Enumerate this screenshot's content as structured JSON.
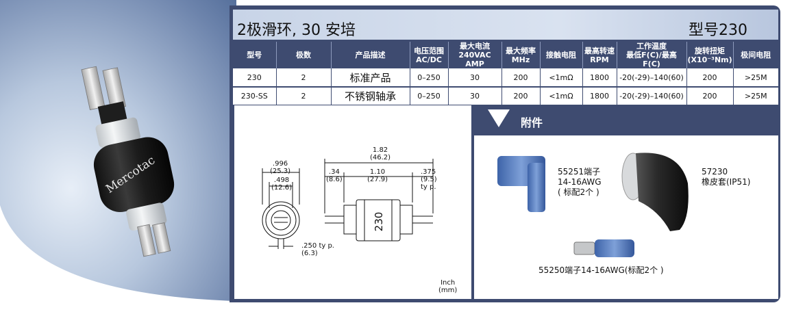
{
  "header": {
    "title": "2极滑环, 30 安培",
    "model": "型号230"
  },
  "brand_on_product": "Mercotac",
  "table": {
    "headers": [
      [
        "型号"
      ],
      [
        "极数"
      ],
      [
        "产品描述"
      ],
      [
        "电压范围",
        "AC/DC"
      ],
      [
        "最大电流",
        "240VAC AMP"
      ],
      [
        "最大频率",
        "MHz"
      ],
      [
        "接触电阻"
      ],
      [
        "最高转速",
        "RPM"
      ],
      [
        "工作温度",
        "最低F(C)/最高F(C)"
      ],
      [
        "旋转扭矩",
        "(X10⁻³Nm)"
      ],
      [
        "极间电阻"
      ]
    ],
    "rows": [
      [
        "230",
        "2",
        "标准产品",
        "0–250",
        "30",
        "200",
        "<1mΩ",
        "1800",
        "-20(-29)–140(60)",
        "200",
        ">25M"
      ],
      [
        "230-SS",
        "2",
        "不锈钢轴承",
        "0–250",
        "30",
        "200",
        "<1mΩ",
        "1800",
        "-20(-29)–140(60)",
        "200",
        ">25M"
      ]
    ]
  },
  "drawing": {
    "dims": {
      "d1": ".996",
      "d1mm": "(25.3)",
      "d2": ".498",
      "d2mm": "(12.6)",
      "len": "1.82",
      "lenmm": "(46.2)",
      "a": ".34",
      "amm": "(8.6)",
      "b": "1.10",
      "bmm": "(27.9)",
      "c": ".375",
      "cmm": "(9.5)",
      "ctyp": "ty p.",
      "e": ".250 ty p.",
      "emm": "(6.3)"
    },
    "body_label": "230",
    "unit_inch": "Inch",
    "unit_mm": "(mm)"
  },
  "accessories": {
    "title": "附件",
    "items": [
      {
        "code": "55251端子",
        "spec": "14-16AWG",
        "note": "( 标配2个 )"
      },
      {
        "code": "57230",
        "spec": "橡皮套(IP51)"
      },
      {
        "code": "55250端子14-16AWG(标配2个 )"
      }
    ]
  },
  "colors": {
    "navy": "#3e4b70",
    "title_bar": "#c8d4e7",
    "terminal_blue": "#4f78c0",
    "boot_black": "#222222"
  }
}
